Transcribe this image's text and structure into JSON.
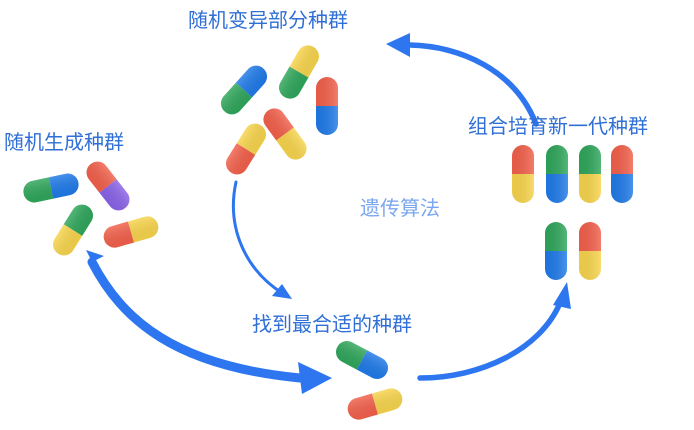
{
  "labels": {
    "random_mutation": "随机变异部分种群",
    "random_generate": "随机生成种群",
    "breed_new": "组合培育新一代种群",
    "find_best": "找到最合适的种群",
    "center": "遗传算法"
  },
  "colors": {
    "text": "#2f6fd6",
    "center_text": "#7aa7ef",
    "arrow": "#2d76f0",
    "green": "#2fa65b",
    "blue": "#1f7ae8",
    "red": "#f2604b",
    "yellow": "#f7d44c",
    "purple": "#8a63e8"
  },
  "groups": [
    {
      "name": "mutation-group",
      "pills": [
        [
          "green",
          "blue"
        ],
        [
          "green",
          "yellow"
        ],
        [
          "red",
          "blue"
        ],
        [
          "red",
          "yellow"
        ],
        [
          "red",
          "yellow"
        ]
      ]
    },
    {
      "name": "random-group",
      "pills": [
        [
          "green",
          "blue"
        ],
        [
          "red",
          "purple"
        ],
        [
          "yellow",
          "green"
        ],
        [
          "red",
          "yellow"
        ]
      ]
    },
    {
      "name": "breed-group",
      "pills": [
        [
          "red",
          "yellow"
        ],
        [
          "green",
          "blue"
        ],
        [
          "green",
          "yellow"
        ],
        [
          "red",
          "blue"
        ],
        [
          "green",
          "blue"
        ],
        [
          "red",
          "yellow"
        ]
      ]
    },
    {
      "name": "best-group",
      "pills": [
        [
          "green",
          "blue"
        ],
        [
          "red",
          "yellow"
        ]
      ]
    }
  ]
}
